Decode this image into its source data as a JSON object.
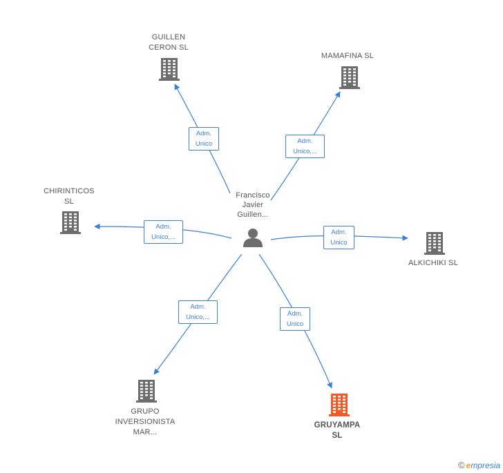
{
  "center": {
    "label": "Francisco\nJavier\nGuillen..."
  },
  "nodes": [
    {
      "id": "guillen",
      "label": "GUILLEN\nCERON  SL",
      "highlight": false
    },
    {
      "id": "mamafina",
      "label": "MAMAFINA  SL",
      "highlight": false
    },
    {
      "id": "chirinticos",
      "label": "CHIRINTICOS\nSL",
      "highlight": false
    },
    {
      "id": "alkichiki",
      "label": "ALKICHIKI  SL",
      "highlight": false
    },
    {
      "id": "grupo",
      "label": "GRUPO\nINVERSIONISTA\nMAR...",
      "highlight": false
    },
    {
      "id": "gruyampa",
      "label": "GRUYAMPA\nSL",
      "highlight": true
    }
  ],
  "edges": [
    {
      "to": "guillen",
      "label": "Adm.\nUnico"
    },
    {
      "to": "mamafina",
      "label": "Adm.\nUnico,..."
    },
    {
      "to": "chirinticos",
      "label": "Adm.\nUnico,..."
    },
    {
      "to": "alkichiki",
      "label": "Adm.\nUnico"
    },
    {
      "to": "grupo",
      "label": "Adm.\nUnico,..."
    },
    {
      "to": "gruyampa",
      "label": "Adm.\nUnico"
    }
  ],
  "colors": {
    "edge": "#3a7fd5",
    "building": "#6d6d6d",
    "building_highlight": "#f05a28",
    "person": "#6d6d6d"
  },
  "footer": {
    "copyright": "©",
    "brand_first": "e",
    "brand_rest": "mpresia"
  }
}
